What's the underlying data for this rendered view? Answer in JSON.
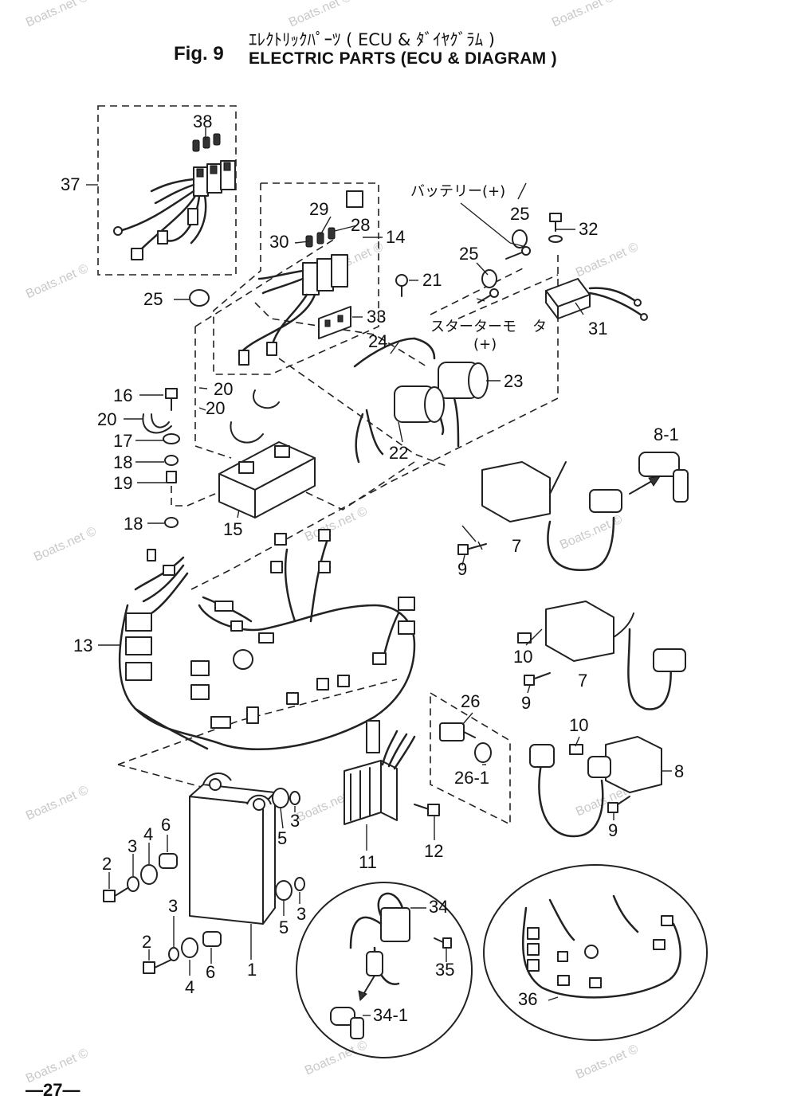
{
  "header": {
    "fig_label": "Fig. 9",
    "title_jp": "ｴﾚｸﾄﾘｯｸﾊﾟｰﾂ ( ECU & ﾀﾞｲﾔｸﾞﾗﾑ )",
    "title_en": "ELECTRIC PARTS (ECU & DIAGRAM )"
  },
  "page_number": "—27—",
  "watermark": "Boats.net ©",
  "annotations": {
    "battery_plus": "バッテリー(+)",
    "starter_line1": "スターターモ",
    "starter_tail": "タ",
    "starter_plus": "(+)"
  },
  "callouts": {
    "c1": "1",
    "c2a": "2",
    "c2b": "2",
    "c3a": "3",
    "c3b": "3",
    "c3c": "3",
    "c3d": "3",
    "c4a": "4",
    "c4b": "4",
    "c5a": "5",
    "c5b": "5",
    "c6a": "6",
    "c6b": "6",
    "c7a": "7",
    "c7b": "7",
    "c8": "8",
    "c8_1": "8-1",
    "c9a": "9",
    "c9b": "9",
    "c9c": "9",
    "c10a": "10",
    "c10b": "10",
    "c11": "11",
    "c12": "12",
    "c13": "13",
    "c14": "14",
    "c15": "15",
    "c16": "16",
    "c17": "17",
    "c18a": "18",
    "c18b": "18",
    "c19": "19",
    "c20a": "20",
    "c20b": "20",
    "c20c": "20",
    "c21": "21",
    "c22": "22",
    "c23": "23",
    "c24": "24",
    "c25a": "25",
    "c25b": "25",
    "c25c": "25",
    "c26": "26",
    "c26_1": "26-1",
    "c28": "28",
    "c29": "29",
    "c30": "30",
    "c31": "31",
    "c32": "32",
    "c33": "33",
    "c34": "34",
    "c34_1": "34-1",
    "c35": "35",
    "c36": "36",
    "c37": "37",
    "c38": "38"
  }
}
